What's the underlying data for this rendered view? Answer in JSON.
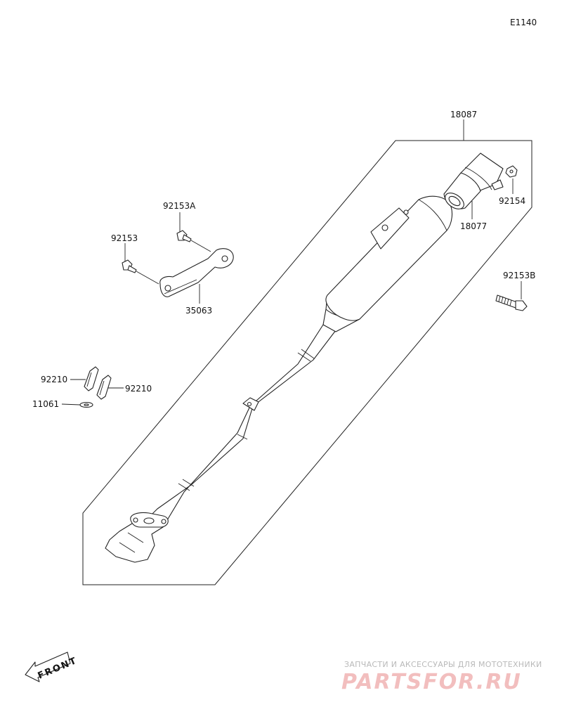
{
  "diagram_code": "E1140",
  "labels": {
    "p18087": "18087",
    "p18077": "18077",
    "p92154": "92154",
    "p92153A": "92153A",
    "p92153": "92153",
    "p35063": "35063",
    "p92153B": "92153B",
    "p92210_left": "92210",
    "p92210_right": "92210",
    "p11061": "11061"
  },
  "front_marker": "FRONT",
  "watermark": {
    "tagline": "ЗАПЧАСТИ И АКСЕССУАРЫ ДЛЯ МОТОТЕХНИКИ",
    "brand": "PARTSFOR.RU",
    "brand_color": "#e88a8a"
  }
}
